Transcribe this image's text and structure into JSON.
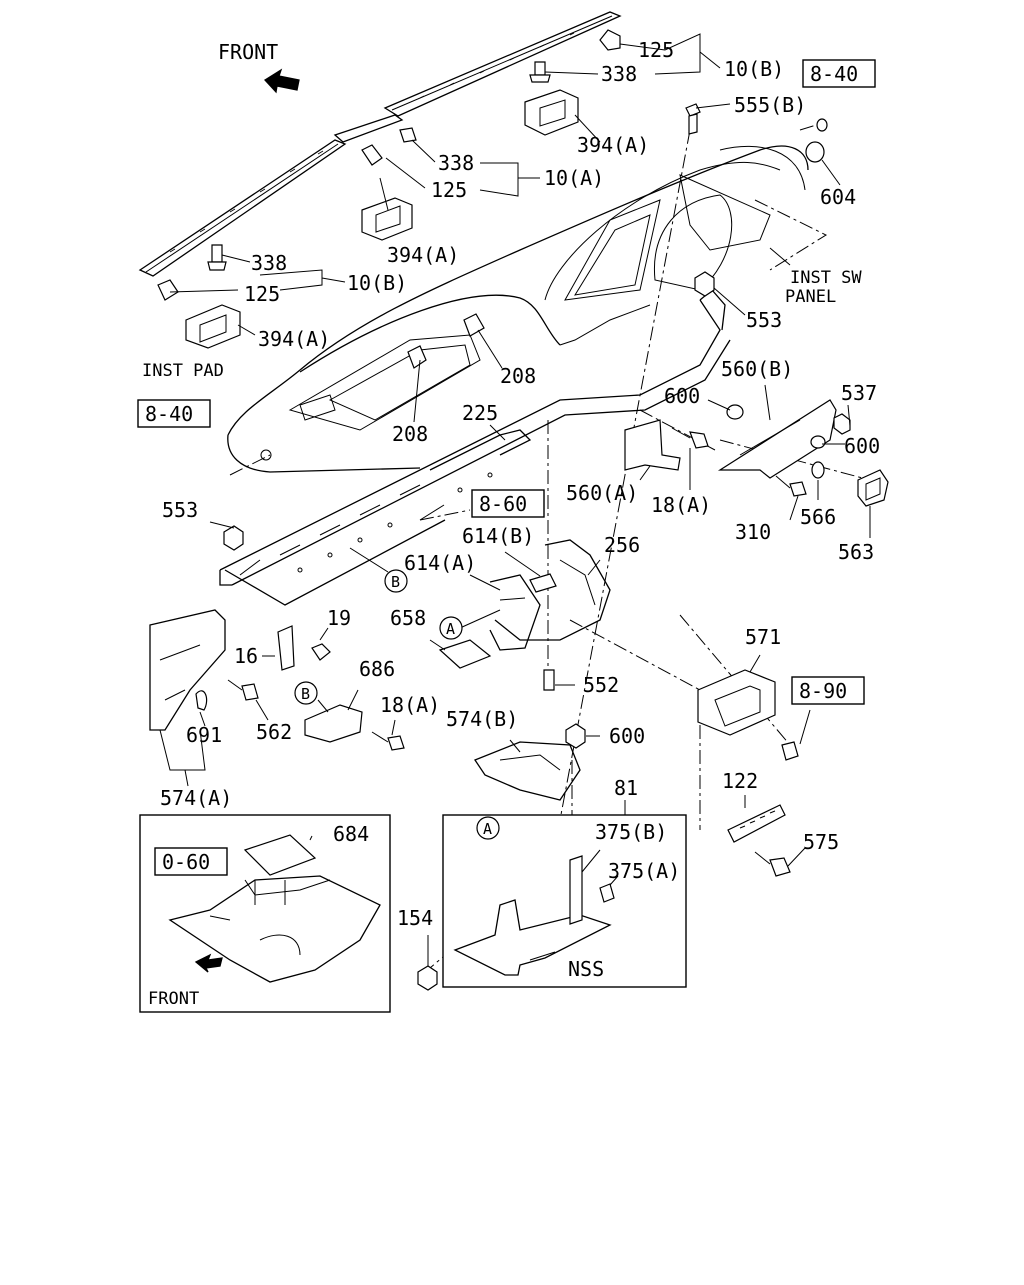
{
  "labels": {
    "front_top": "FRONT",
    "front_bottom": "FRONT",
    "inst_pad": "INST PAD",
    "inst_sw_1": "INST SW",
    "inst_sw_2": "PANEL",
    "nss": "NSS",
    "circle_a": "A",
    "circle_b": "B"
  },
  "refs": {
    "r840a": "8-40",
    "r840b": "8-40",
    "r860": "8-60",
    "r890": "8-90",
    "r060": "0-60"
  },
  "parts": {
    "p125a": "125",
    "p338a": "338",
    "p10b_a": "10(B)",
    "p555b": "555(B)",
    "p394a_1": "394(A)",
    "p338b": "338",
    "p10a": "10(A)",
    "p125b": "125",
    "p604": "604",
    "p394a_2": "394(A)",
    "p338c": "338",
    "p10b_b": "10(B)",
    "p125c": "125",
    "p553a": "553",
    "p394a_3": "394(A)",
    "p208a": "208",
    "p560b": "560(B)",
    "p537": "537",
    "p600a": "600",
    "p225": "225",
    "p208b": "208",
    "p600b": "600",
    "p560a": "560(A)",
    "p18a_1": "18(A)",
    "p310": "310",
    "p566": "566",
    "p553b": "553",
    "p614b": "614(B)",
    "p256": "256",
    "p563": "563",
    "p614a": "614(A)",
    "p19": "19",
    "p658": "658",
    "p16": "16",
    "p686": "686",
    "p571": "571",
    "p552": "552",
    "p18a_2": "18(A)",
    "p574b": "574(B)",
    "p600c": "600",
    "p562": "562",
    "p691": "691",
    "p574a": "574(A)",
    "p122": "122",
    "p81": "81",
    "p684": "684",
    "p375b": "375(B)",
    "p375a": "375(A)",
    "p575": "575",
    "p154": "154"
  }
}
